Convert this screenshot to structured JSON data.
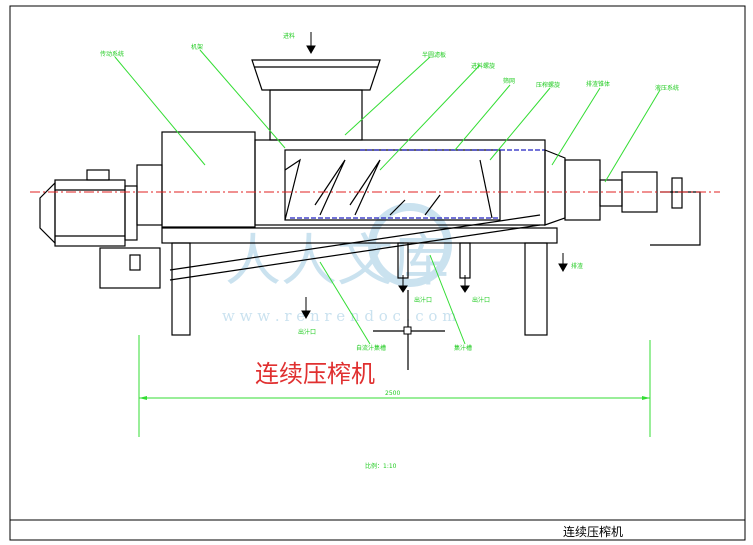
{
  "title": "连续压榨机",
  "title_block": "连续压榨机",
  "scale": "比例：1:10",
  "dimension": "2500",
  "labels": {
    "drive": "传动系统",
    "frame": "机架",
    "feed": "进料",
    "half_screen": "半圆滤板",
    "feed_screw": "进料螺旋",
    "screen": "筛网",
    "press_screw": "压榨螺旋",
    "discharge_cone": "排渣锥体",
    "hydraulic": "液压系统",
    "juice_outlet_1": "出汁口",
    "juice_outlet_2": "出汁口",
    "juice_outlet_3": "出汁口",
    "discharge": "排渣",
    "free_juice_tank": "自流汁集槽",
    "juice_tank": "集汁槽"
  },
  "watermark": {
    "logo": "人人文库",
    "url": "w w w . r e n r e n d o c . c o m"
  },
  "colors": {
    "leader": "#33dd33",
    "title": "#e03030",
    "centerline": "#e02020",
    "screen": "#2020c0",
    "watermark": "#a8cfe6"
  }
}
